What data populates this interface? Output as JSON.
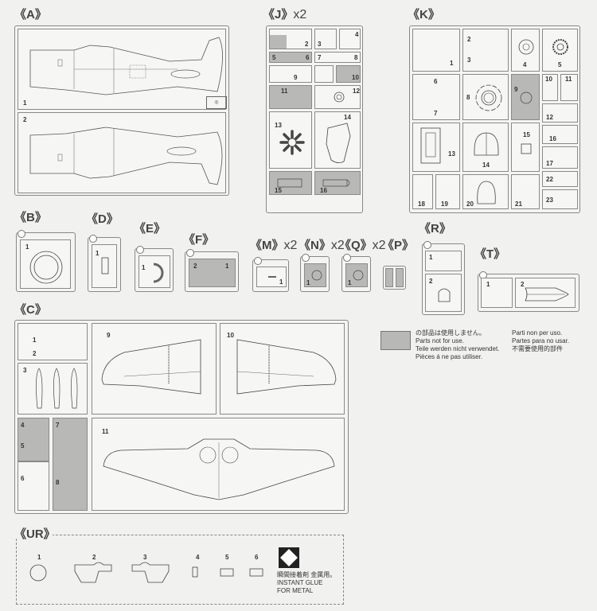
{
  "sprues": {
    "A": {
      "title": "《A》",
      "parts": [
        "1",
        "2"
      ],
      "logo_label": "kit maker logo"
    },
    "J": {
      "title": "《J》",
      "multiplier": "x2",
      "parts": [
        "2",
        "3",
        "4",
        "5",
        "6",
        "7",
        "8",
        "9",
        "10",
        "11",
        "12",
        "13",
        "14",
        "15",
        "16"
      ]
    },
    "K": {
      "title": "《K》",
      "parts": [
        "1",
        "2",
        "3",
        "4",
        "5",
        "6",
        "7",
        "8",
        "9",
        "10",
        "11",
        "12",
        "13",
        "14",
        "15",
        "16",
        "17",
        "18",
        "19",
        "20",
        "21",
        "22",
        "23"
      ]
    },
    "B": {
      "title": "《B》",
      "parts": [
        "1"
      ]
    },
    "D": {
      "title": "《D》",
      "parts": [
        "1"
      ]
    },
    "E": {
      "title": "《E》",
      "parts": [
        "1"
      ]
    },
    "F": {
      "title": "《F》",
      "parts": [
        "2",
        "1"
      ]
    },
    "M": {
      "title": "《M》",
      "multiplier": "x2",
      "parts": [
        "1"
      ]
    },
    "N": {
      "title": "《N》",
      "multiplier": "x2",
      "parts": [
        "1"
      ]
    },
    "Q": {
      "title": "《Q》",
      "multiplier": "x2",
      "parts": [
        "1"
      ]
    },
    "P": {
      "title": "《P》",
      "parts": []
    },
    "R": {
      "title": "《R》",
      "parts": [
        "1",
        "2"
      ]
    },
    "T": {
      "title": "《T》",
      "parts": [
        "1",
        "2"
      ]
    },
    "C": {
      "title": "《C》",
      "parts": [
        "1",
        "2",
        "3",
        "4",
        "5",
        "6",
        "7",
        "8",
        "9",
        "10",
        "11"
      ]
    },
    "UR": {
      "title": "《UR》",
      "parts": [
        "1",
        "2",
        "3",
        "4",
        "5",
        "6"
      ]
    }
  },
  "legend": {
    "not_used_swatch_color": "#b8b8b6",
    "lines_left": [
      "の部品は使用しません。",
      "Parts not for use.",
      "Teile werden nicht verwendet.",
      "Pièces á ne pas utiliser."
    ],
    "lines_right": [
      "Parti non per uso.",
      "Partes para no usar.",
      "不需要使用的部件"
    ]
  },
  "glue": {
    "icon": "instant-glue-icon",
    "lines": [
      "瞬間接着剤 金属用。",
      "INSTANT GLUE",
      "FOR METAL"
    ]
  }
}
